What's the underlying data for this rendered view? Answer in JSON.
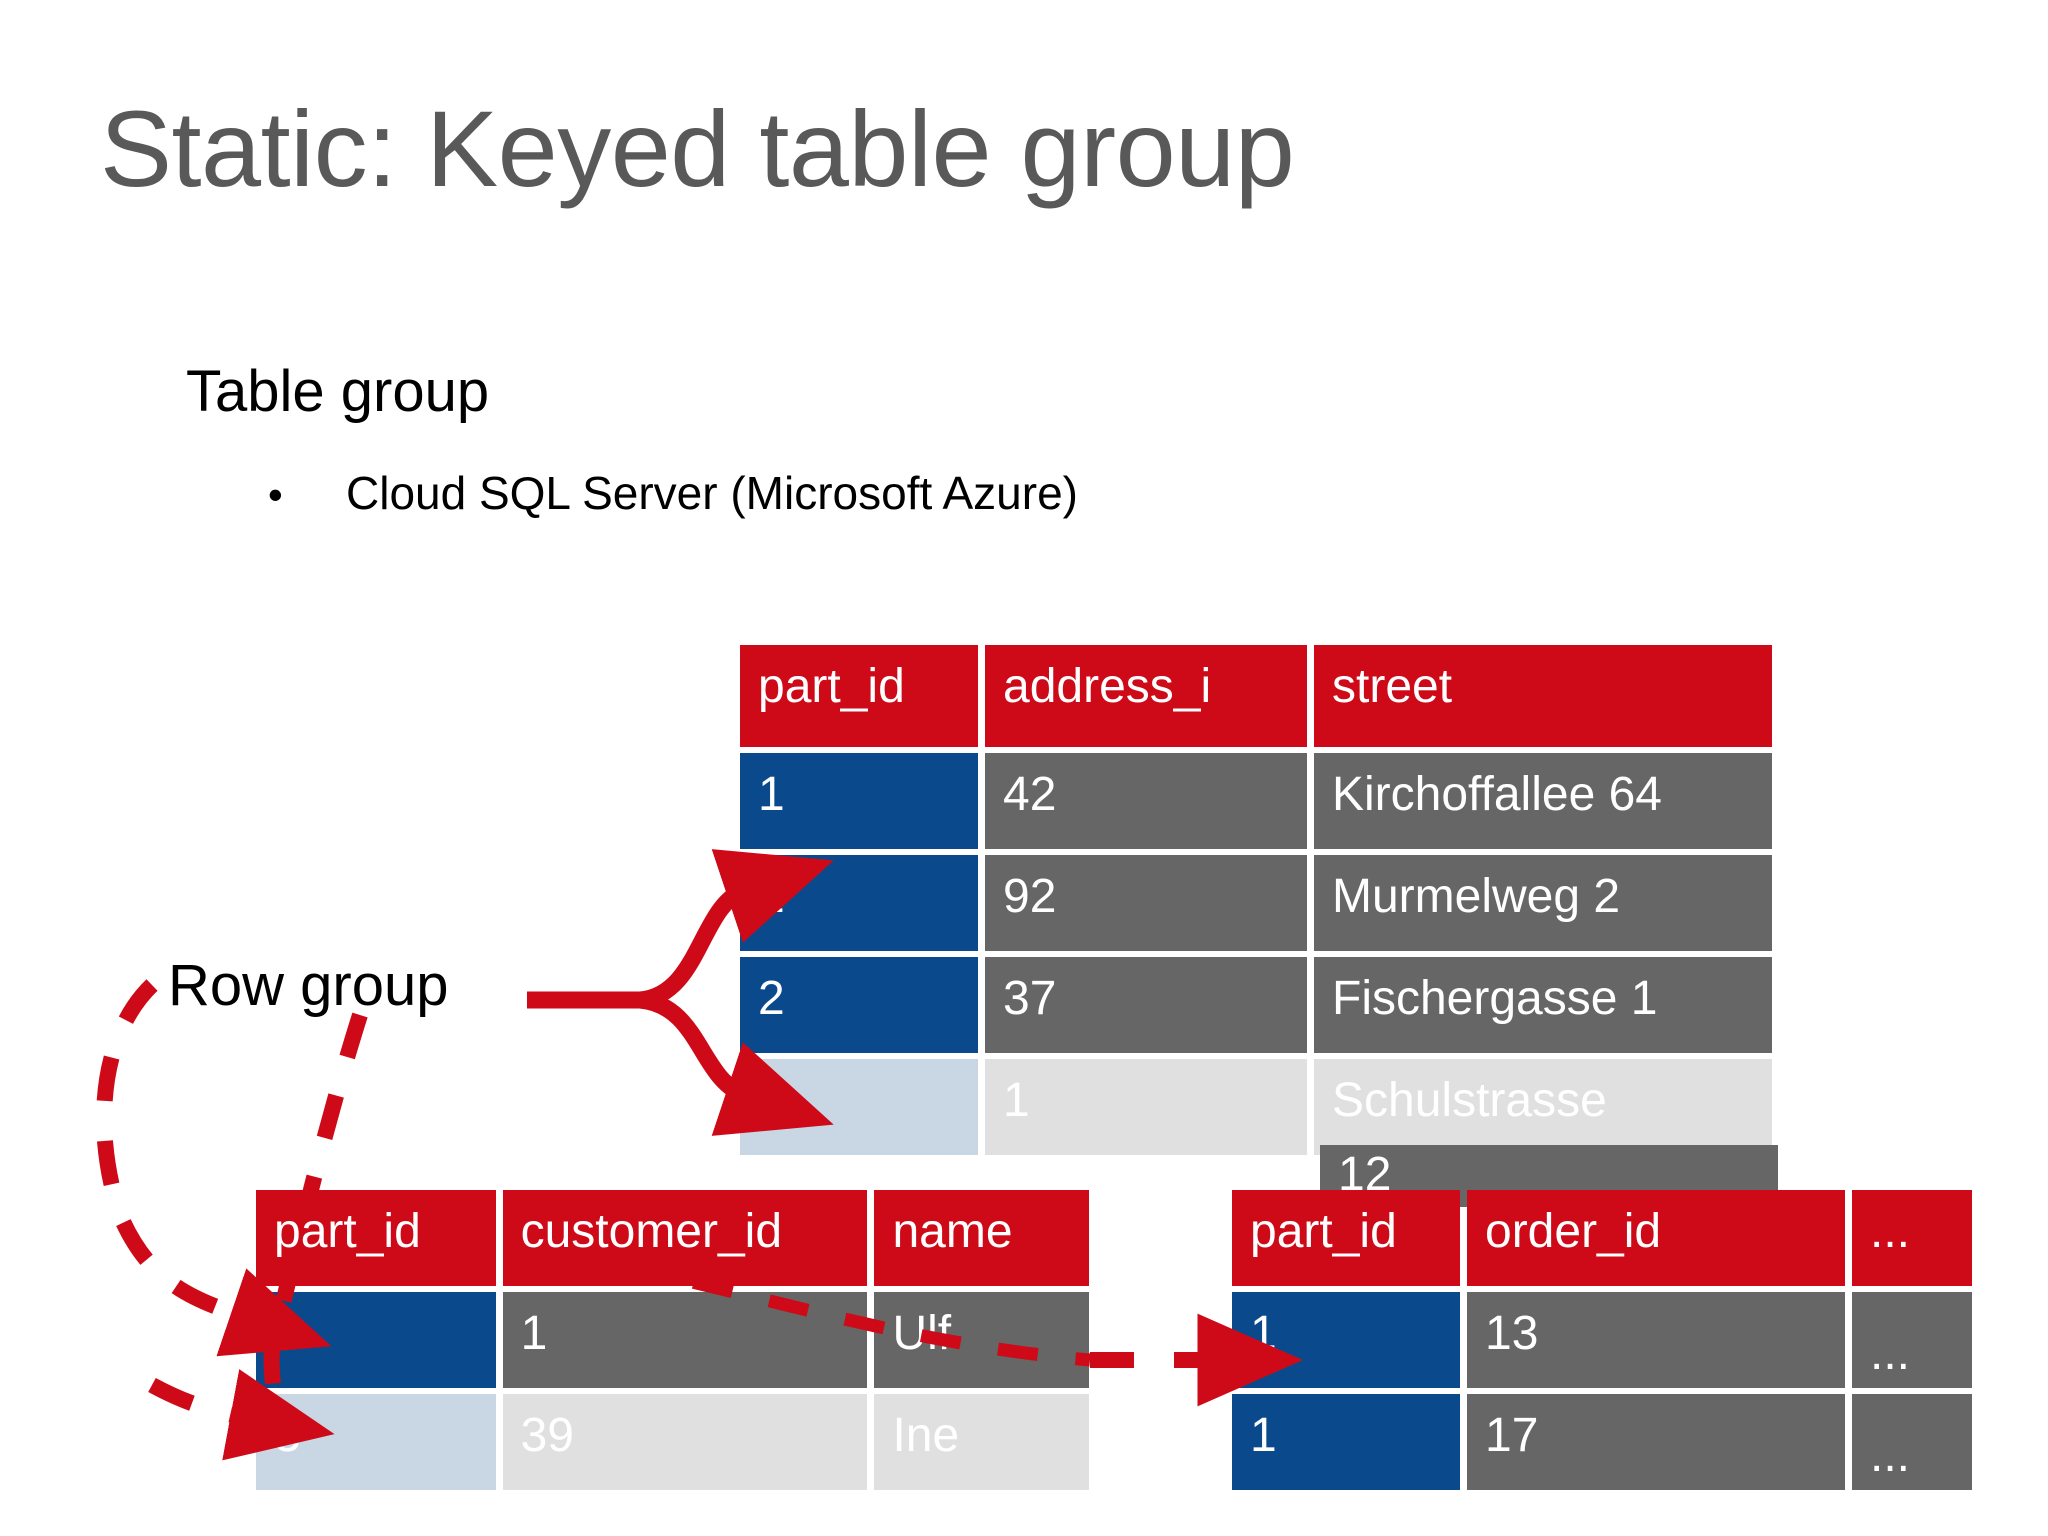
{
  "slide": {
    "title": "Static: Keyed table group",
    "body_heading": "Table group",
    "bullet_marker": "•",
    "bullet_text": "Cloud SQL Server (Microsoft Azure)",
    "row_group_label": "Row group"
  },
  "colors": {
    "header_red": "#CE0A18",
    "key_blue": "#0A4A8C",
    "value_gray": "#666666",
    "key_blue_faded": "#C9D7E5",
    "value_gray_faded": "#E0E0E0",
    "title_gray": "#595959",
    "arrow_red": "#CE0A18",
    "text_black": "#000000",
    "background": "#FFFFFF"
  },
  "tables": {
    "address": {
      "name": "address-table",
      "headers": [
        "part_id",
        "address_i",
        "street"
      ],
      "rows": [
        {
          "faded": false,
          "cells": [
            "1",
            "42",
            "Kirchoffallee 64"
          ]
        },
        {
          "faded": false,
          "cells": [
            "1",
            "92",
            "Murmelweg 2"
          ]
        },
        {
          "faded": false,
          "cells": [
            "2",
            "37",
            "Fischergasse 1"
          ]
        },
        {
          "faded": true,
          "cells": [
            "3",
            "1",
            "Schulstrasse"
          ]
        }
      ],
      "street_overflow": "12"
    },
    "customer": {
      "name": "customer-table",
      "headers": [
        "part_id",
        "customer_id",
        "name"
      ],
      "rows": [
        {
          "faded": false,
          "cells": [
            "1",
            "1",
            "Ulf"
          ]
        },
        {
          "faded": true,
          "cells": [
            "3",
            "39",
            "Ine"
          ]
        }
      ]
    },
    "order": {
      "name": "order-table",
      "headers": [
        "part_id",
        "order_id",
        "..."
      ],
      "rows": [
        {
          "faded": false,
          "cells": [
            "1",
            "13",
            "..."
          ]
        },
        {
          "faded": false,
          "cells": [
            "1",
            "17",
            "..."
          ]
        }
      ]
    }
  }
}
